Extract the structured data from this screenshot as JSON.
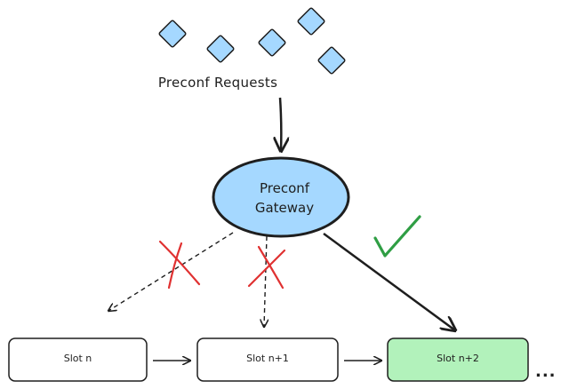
{
  "diagram": {
    "requests_label": "Preconf Requests",
    "gateway_label_line1": "Preconf",
    "gateway_label_line2": "Gateway",
    "slots": [
      "Slot n",
      "Slot n+1",
      "Slot n+2"
    ],
    "continuation": "...",
    "colors": {
      "request_fill": "#a5d8ff",
      "gateway_fill": "#a5d8ff",
      "selected_slot_fill": "#b2f2bb",
      "reject_mark": "#e03131",
      "accept_mark": "#2f9e44",
      "stroke": "#1e1e1e"
    },
    "icons": {
      "reject": "red-x-icon",
      "accept": "green-check-icon"
    }
  }
}
